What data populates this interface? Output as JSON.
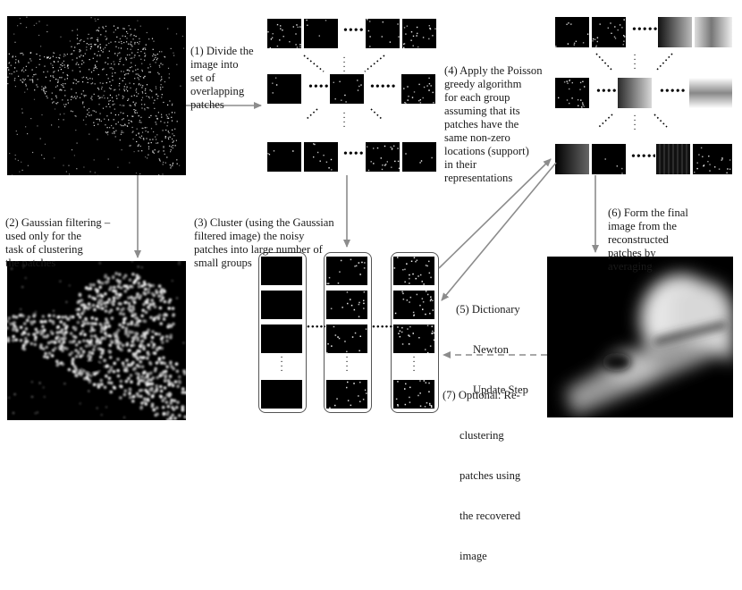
{
  "steps": {
    "s1": [
      "(1) Divide the",
      "image into",
      "set of",
      "overlapping",
      "patches"
    ],
    "s2": [
      "(2) Gaussian filtering –",
      "used only for the",
      "task of clustering",
      "the patches"
    ],
    "s3": [
      "(3) Cluster (using the Gaussian",
      "filtered image) the noisy",
      "patches into large number of",
      "small groups"
    ],
    "s4": [
      "(4) Apply the Poisson",
      "greedy algorithm",
      "for each group",
      "assuming that its",
      "patches have the",
      "same non-zero",
      "locations (support)",
      "in their",
      "representations"
    ],
    "s5": [
      "(5) Dictionary",
      "Newton",
      "Update Step"
    ],
    "s6": [
      "(6) Form the final",
      "image from the",
      "reconstructed",
      "patches by",
      "averaging"
    ],
    "s7": [
      "(7) Optional: Re-",
      "clustering",
      "patches using",
      "the recovered",
      "image"
    ]
  },
  "colors": {
    "arrow": "#8c8c8c",
    "background": "#ffffff",
    "patch": "#000000"
  }
}
